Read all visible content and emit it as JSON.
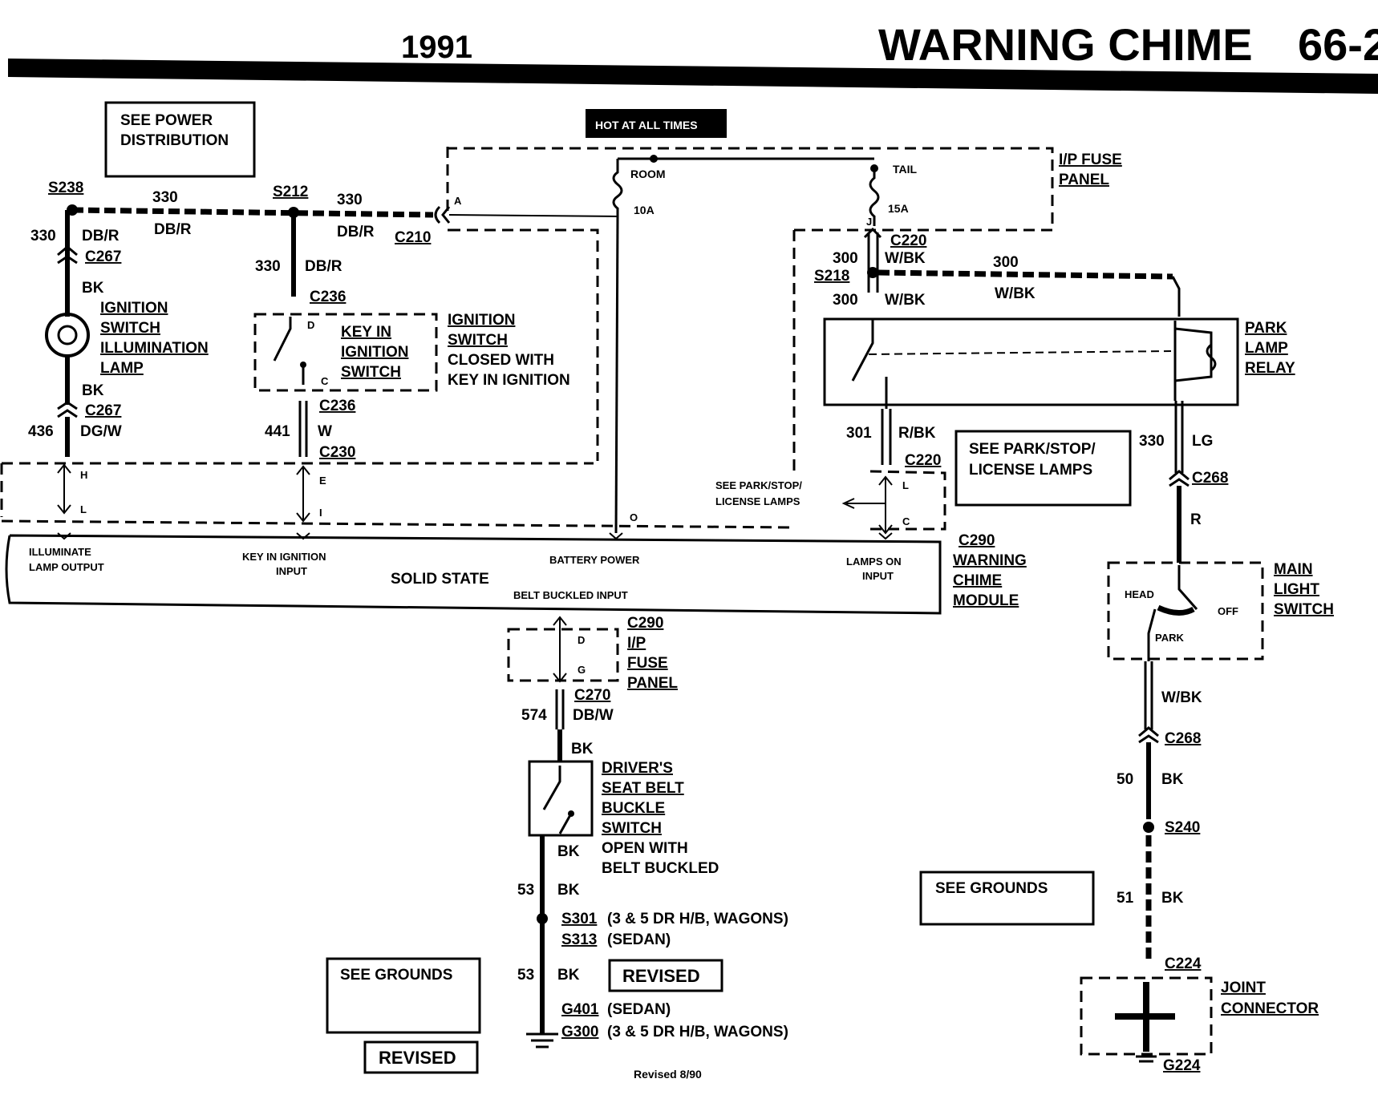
{
  "header": {
    "year": "1991",
    "title": "WARNING CHIME",
    "page": "66-2"
  },
  "notes": {
    "see_power": [
      "SEE POWER",
      "DISTRIBUTION"
    ],
    "hot": "HOT AT ALL TIMES",
    "fuse_panel": [
      "I/P FUSE",
      "PANEL"
    ],
    "room": "ROOM",
    "room_amp": "10A",
    "tail": "TAIL",
    "tail_amp": "15A",
    "see_park": [
      "SEE PARK/STOP/",
      "LICENSE LAMPS"
    ],
    "see_park_small": [
      "SEE PARK/STOP/",
      "LICENSE LAMPS"
    ],
    "see_grounds_1": "SEE GROUNDS",
    "see_grounds_2": "SEE GROUNDS",
    "revised_1": "REVISED",
    "revised_2": "REVISED",
    "revised_date": "Revised 8/90"
  },
  "splices": {
    "s238": "S238",
    "s212": "S212",
    "s218": "S218",
    "s240": "S240",
    "s301": "S301",
    "s313": "S313"
  },
  "wires": {
    "w330": "330",
    "dbr": "DB/R",
    "bk": "BK",
    "w436": "436",
    "dgw": "DG/W",
    "w441": "441",
    "w": "W",
    "w300": "300",
    "wbk": "W/BK",
    "w301": "301",
    "rbk": "R/BK",
    "lg": "LG",
    "r": "R",
    "w50": "50",
    "w51": "51",
    "w574": "574",
    "dbw": "DB/W",
    "w53": "53"
  },
  "connectors": {
    "c210": "C210",
    "c267": "C267",
    "c236": "C236",
    "c230": "C230",
    "c220": "C220",
    "c268": "C268",
    "c290": "C290",
    "c270": "C270",
    "c224": "C224",
    "g224": "G224",
    "g401": "G401",
    "g300": "G300",
    "s301_note": "(3 & 5 DR H/B, WAGONS)",
    "s313_note": "(SEDAN)",
    "g401_note": "(SEDAN)",
    "g300_note": "(3 & 5 DR H/B, WAGONS)"
  },
  "pins": {
    "a": "A",
    "j": "J",
    "h": "H",
    "l": "L",
    "e": "E",
    "i": "I",
    "o": "O",
    "c": "C",
    "d": "D",
    "g": "G",
    "cpin": "C",
    "dpin": "D",
    "lpin": "L"
  },
  "components": {
    "ign_lamp": [
      "IGNITION",
      "SWITCH",
      "ILLUMINATION",
      "LAMP"
    ],
    "key_switch": [
      "KEY IN",
      "IGNITION",
      "SWITCH"
    ],
    "ign_switch_note": [
      "IGNITION",
      "SWITCH",
      "CLOSED WITH",
      "KEY IN IGNITION"
    ],
    "park_relay": [
      "PARK",
      "LAMP",
      "RELAY"
    ],
    "module": [
      "WARNING",
      "CHIME",
      "MODULE"
    ],
    "module_body": "SOLID  STATE",
    "module_inputs": [
      "ILLUMINATE",
      "LAMP OUTPUT",
      "KEY IN IGNITION",
      "INPUT",
      "BATTERY POWER",
      "BELT BUCKLED INPUT",
      "LAMPS ON",
      "INPUT"
    ],
    "ip_fuse_panel": [
      "I/P",
      "FUSE",
      "PANEL"
    ],
    "seat_belt": [
      "DRIVER'S",
      "SEAT BELT",
      "BUCKLE",
      "SWITCH",
      "OPEN WITH",
      "BELT BUCKLED"
    ],
    "main_light": [
      "MAIN",
      "LIGHT",
      "SWITCH"
    ],
    "main_light_pos": [
      "HEAD",
      "OFF",
      "PARK"
    ],
    "joint": [
      "JOINT",
      "CONNECTOR"
    ]
  }
}
